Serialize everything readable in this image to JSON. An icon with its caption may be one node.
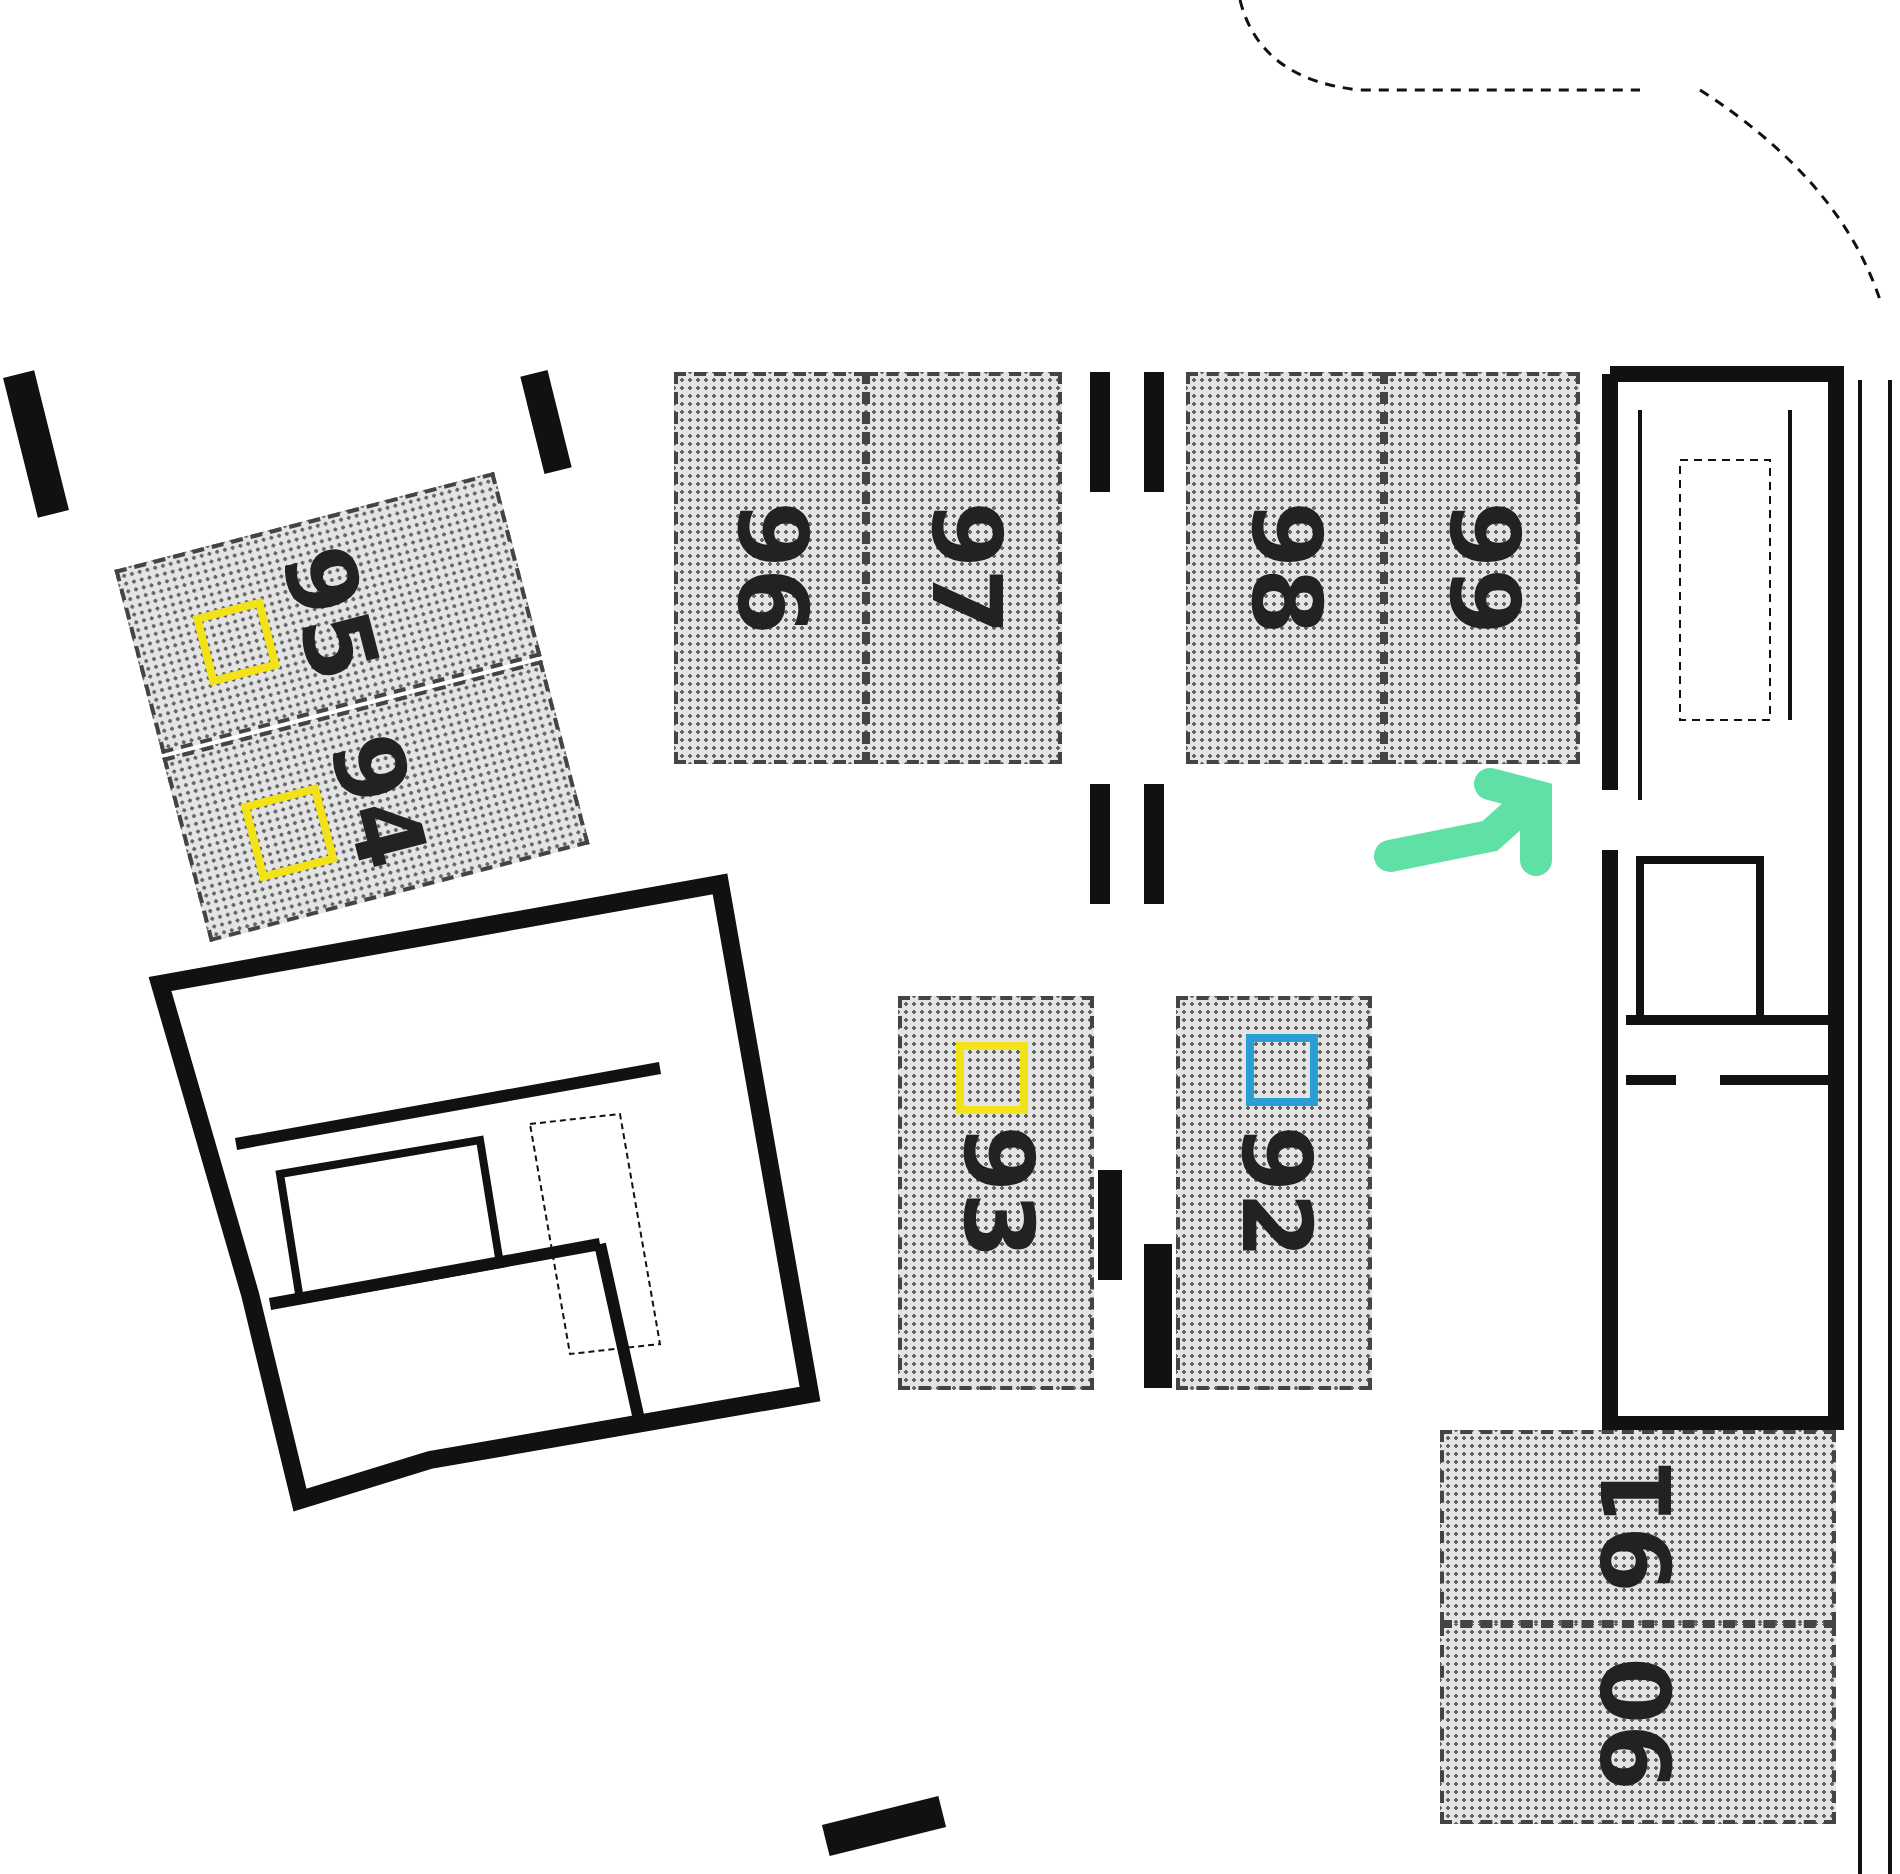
{
  "diagram": {
    "nodes": [
      {
        "text": [
          "95"
        ]
      },
      {
        "text": [
          "94"
        ]
      },
      {
        "text": [
          "96"
        ]
      },
      {
        "text": [
          "97"
        ]
      },
      {
        "text": [
          "98"
        ]
      },
      {
        "text": [
          "99"
        ]
      },
      {
        "text": [
          "93"
        ]
      },
      {
        "text": [
          "92"
        ]
      },
      {
        "text": [
          "91"
        ]
      },
      {
        "text": [
          "90"
        ]
      }
    ]
  }
}
